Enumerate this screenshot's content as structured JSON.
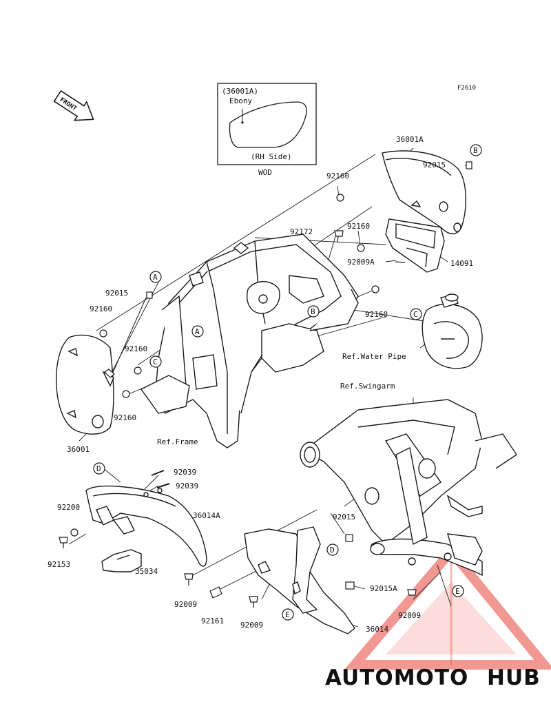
{
  "figure_code": "F2610",
  "front_arrow": "FRONT",
  "inset": {
    "part": "(36001A)",
    "color": "Ebony",
    "side": "(RH Side)",
    "caption": "WOD"
  },
  "labels": {
    "p36001A": "36001A",
    "p92015_top": "92015",
    "p92160_a": "92160",
    "p92172": "92172",
    "p92160_b": "92160",
    "p92009A": "92009A",
    "p14091": "14091",
    "p92160_c": "92160",
    "p92015_left": "92015",
    "p92160_d": "92160",
    "p92160_e": "92160",
    "p92160_f": "92160",
    "p36001": "36001",
    "ref_frame": "Ref.Frame",
    "ref_water_pipe": "Ref.Water Pipe",
    "ref_swingarm": "Ref.Swingarm",
    "p92039_a": "92039",
    "p92039_b": "92039",
    "p92200": "92200",
    "p36014A": "36014A",
    "p92153": "92153",
    "p35034": "35034",
    "p92015_mid": "92015",
    "p92015A": "92015A",
    "p92009_a": "92009",
    "p92161": "92161",
    "p92009_b": "92009",
    "p36014": "36014",
    "p92009_c": "92009"
  },
  "callouts": {
    "a1": "A",
    "a2": "A",
    "b1": "B",
    "b2": "B",
    "c1": "C",
    "c2": "C",
    "d1": "D",
    "d2": "D",
    "e1": "E",
    "e2": "E"
  },
  "watermark": {
    "part1": "AUTOMOTO",
    "part2": "HUB"
  },
  "colors": {
    "line": "#1a1a1a",
    "watermark_red": "#e8443a",
    "watermark_orange": "#f7a21b",
    "watermark_gray": "#6d6e70"
  }
}
